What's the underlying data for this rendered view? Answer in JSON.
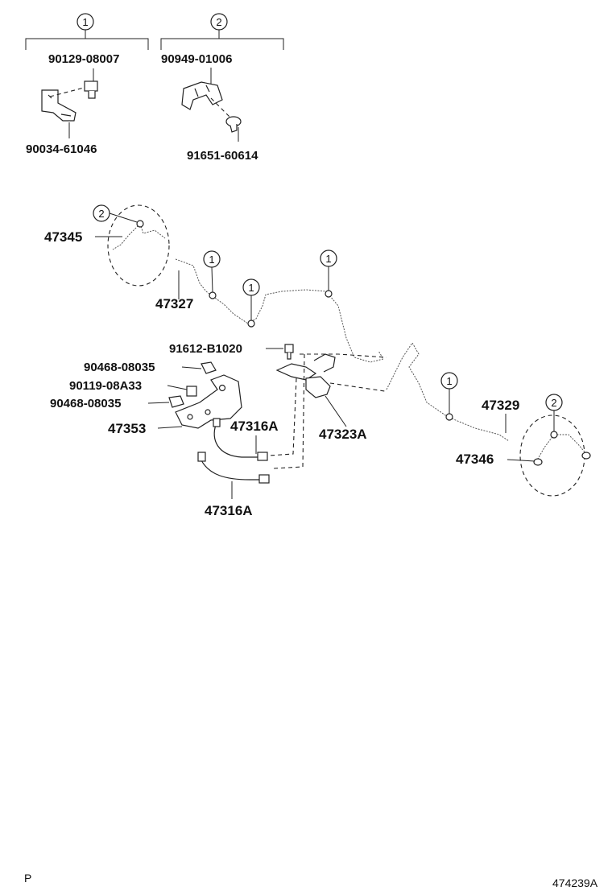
{
  "callouts": {
    "c1": "1",
    "c2": "2"
  },
  "parts": {
    "p90129": "90129-08007",
    "p90949": "90949-01006",
    "p90034": "90034-61046",
    "p91651": "91651-60614",
    "p47345": "47345",
    "p47327": "47327",
    "p91612": "91612-B1020",
    "p90468a": "90468-08035",
    "p90119": "90119-08A33",
    "p90468b": "90468-08035",
    "p47353": "47353",
    "p47316a_top": "47316A",
    "p47323a": "47323A",
    "p47329": "47329",
    "p47346": "47346",
    "p47316a_bottom": "47316A"
  },
  "footer": {
    "left_mark": "P",
    "diagram_id": "474239A"
  }
}
